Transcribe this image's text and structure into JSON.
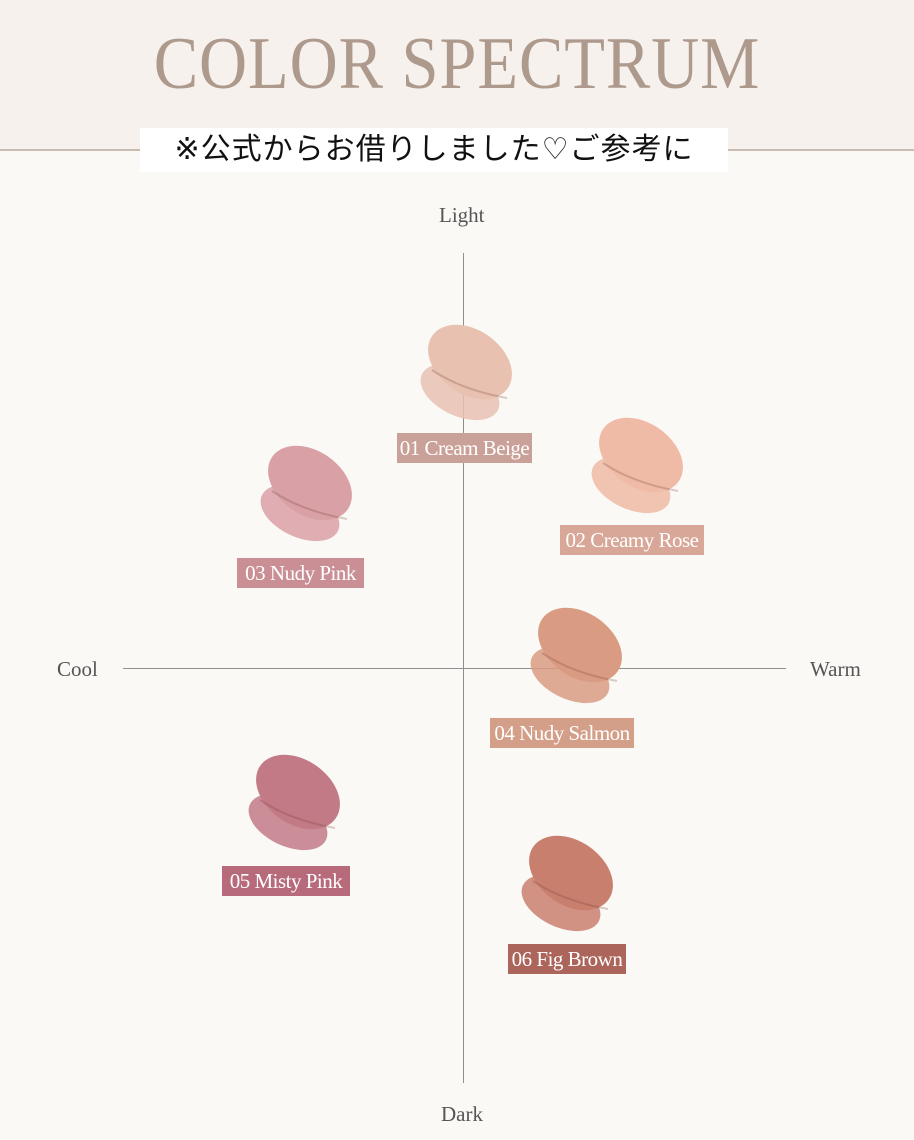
{
  "header": {
    "title": "COLOR SPECTRUM",
    "note": "※公式からお借りしました♡ご参考に"
  },
  "axes": {
    "top": "Light",
    "bottom": "Dark",
    "left": "Cool",
    "right": "Warm"
  },
  "shades": [
    {
      "label": "01 Cream Beige",
      "swatch": "#e8c1b1",
      "tag": "#c9a198"
    },
    {
      "label": "02 Creamy Rose",
      "swatch": "#efbba6",
      "tag": "#d9a797"
    },
    {
      "label": "03 Nudy Pink",
      "swatch": "#d9a0a6",
      "tag": "#c98f94"
    },
    {
      "label": "04 Nudy Salmon",
      "swatch": "#d99c83",
      "tag": "#d49f88"
    },
    {
      "label": "05 Misty Pink",
      "swatch": "#c27a86",
      "tag": "#b76a7a"
    },
    {
      "label": "06 Fig Brown",
      "swatch": "#c97f6e",
      "tag": "#ac655a"
    }
  ]
}
